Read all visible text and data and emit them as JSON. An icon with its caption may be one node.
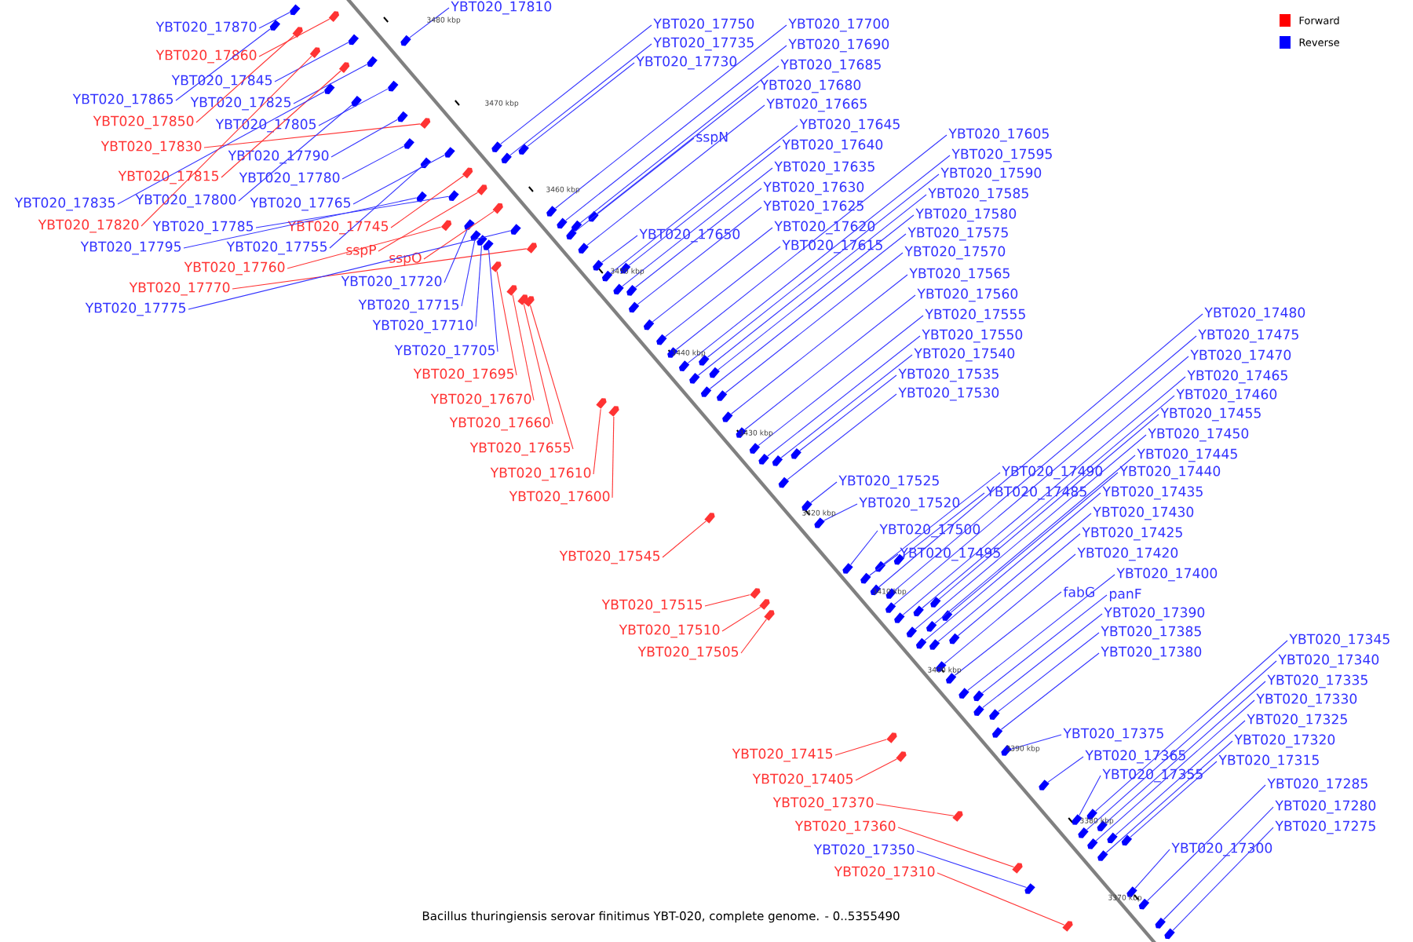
{
  "diagram": {
    "caption": "Bacillus thuringiensis serovar finitimus YBT-020, complete genome. - 0..5355490",
    "nodes": [
      {
        "text": [
          "YBT020_17870"
        ]
      },
      {
        "text": [
          "YBT020_17860"
        ]
      },
      {
        "text": [
          "YBT020_17845"
        ]
      },
      {
        "text": [
          "YBT020_17865"
        ]
      },
      {
        "text": [
          "YBT020_17825"
        ]
      },
      {
        "text": [
          "YBT020_17850"
        ]
      },
      {
        "text": [
          "YBT020_17805"
        ]
      },
      {
        "text": [
          "YBT020_17830"
        ]
      },
      {
        "text": [
          "YBT020_17790"
        ]
      },
      {
        "text": [
          "YBT020_17815"
        ]
      },
      {
        "text": [
          "YBT020_17780"
        ]
      },
      {
        "text": [
          "YBT020_17835"
        ]
      },
      {
        "text": [
          "YBT020_17800"
        ]
      },
      {
        "text": [
          "YBT020_17765"
        ]
      },
      {
        "text": [
          "YBT020_17820"
        ]
      },
      {
        "text": [
          "YBT020_17785"
        ]
      },
      {
        "text": [
          "YBT020_17745"
        ]
      },
      {
        "text": [
          "YBT020_17795"
        ]
      },
      {
        "text": [
          "YBT020_17755"
        ]
      },
      {
        "text": [
          "sspP"
        ]
      },
      {
        "text": [
          "YBT020_17760"
        ]
      },
      {
        "text": [
          "sspO"
        ]
      },
      {
        "text": [
          "YBT020_17770"
        ]
      },
      {
        "text": [
          "YBT020_17775"
        ]
      },
      {
        "text": [
          "YBT020_17720"
        ]
      },
      {
        "text": [
          "YBT020_17715"
        ]
      },
      {
        "text": [
          "YBT020_17710"
        ]
      },
      {
        "text": [
          "YBT020_17705"
        ]
      },
      {
        "text": [
          "YBT020_17695"
        ]
      },
      {
        "text": [
          "YBT020_17670"
        ]
      },
      {
        "text": [
          "YBT020_17660"
        ]
      },
      {
        "text": [
          "YBT020_17655"
        ]
      },
      {
        "text": [
          "YBT020_17610"
        ]
      },
      {
        "text": [
          "YBT020_17600"
        ]
      },
      {
        "text": [
          "YBT020_17545"
        ]
      },
      {
        "text": [
          "YBT020_17515"
        ]
      },
      {
        "text": [
          "YBT020_17510"
        ]
      },
      {
        "text": [
          "YBT020_17505"
        ]
      },
      {
        "text": [
          "YBT020_17415"
        ]
      },
      {
        "text": [
          "YBT020_17405"
        ]
      },
      {
        "text": [
          "YBT020_17370"
        ]
      },
      {
        "text": [
          "YBT020_17360"
        ]
      },
      {
        "text": [
          "YBT020_17350"
        ]
      },
      {
        "text": [
          "YBT020_17310"
        ]
      },
      {
        "text": [
          "YBT020_17810"
        ]
      },
      {
        "text": [
          "YBT020_17750"
        ]
      },
      {
        "text": [
          "YBT020_17735"
        ]
      },
      {
        "text": [
          "YBT020_17730"
        ]
      },
      {
        "text": [
          "YBT020_17700"
        ]
      },
      {
        "text": [
          "YBT020_17690"
        ]
      },
      {
        "text": [
          "YBT020_17685"
        ]
      },
      {
        "text": [
          "YBT020_17680"
        ]
      },
      {
        "text": [
          "YBT020_17665"
        ]
      },
      {
        "text": [
          "sspN"
        ]
      },
      {
        "text": [
          "YBT020_17645"
        ]
      },
      {
        "text": [
          "YBT020_17640"
        ]
      },
      {
        "text": [
          "YBT020_17635"
        ]
      },
      {
        "text": [
          "YBT020_17630"
        ]
      },
      {
        "text": [
          "YBT020_17625"
        ]
      },
      {
        "text": [
          "YBT020_17620"
        ]
      },
      {
        "text": [
          "YBT020_17615"
        ]
      },
      {
        "text": [
          "YBT020_17650"
        ]
      },
      {
        "text": [
          "YBT020_17605"
        ]
      },
      {
        "text": [
          "YBT020_17595"
        ]
      },
      {
        "text": [
          "YBT020_17590"
        ]
      },
      {
        "text": [
          "YBT020_17585"
        ]
      },
      {
        "text": [
          "YBT020_17580"
        ]
      },
      {
        "text": [
          "YBT020_17575"
        ]
      },
      {
        "text": [
          "YBT020_17570"
        ]
      },
      {
        "text": [
          "YBT020_17565"
        ]
      },
      {
        "text": [
          "YBT020_17560"
        ]
      },
      {
        "text": [
          "YBT020_17555"
        ]
      },
      {
        "text": [
          "YBT020_17550"
        ]
      },
      {
        "text": [
          "YBT020_17540"
        ]
      },
      {
        "text": [
          "YBT020_17535"
        ]
      },
      {
        "text": [
          "YBT020_17530"
        ]
      },
      {
        "text": [
          "YBT020_17525"
        ]
      },
      {
        "text": [
          "YBT020_17520"
        ]
      },
      {
        "text": [
          "YBT020_17500"
        ]
      },
      {
        "text": [
          "YBT020_17495"
        ]
      },
      {
        "text": [
          "YBT020_17490"
        ]
      },
      {
        "text": [
          "YBT020_17485"
        ]
      },
      {
        "text": [
          "YBT020_17480"
        ]
      },
      {
        "text": [
          "YBT020_17475"
        ]
      },
      {
        "text": [
          "YBT020_17470"
        ]
      },
      {
        "text": [
          "YBT020_17465"
        ]
      },
      {
        "text": [
          "YBT020_17460"
        ]
      },
      {
        "text": [
          "YBT020_17455"
        ]
      },
      {
        "text": [
          "YBT020_17450"
        ]
      },
      {
        "text": [
          "YBT020_17445"
        ]
      },
      {
        "text": [
          "YBT020_17440"
        ]
      },
      {
        "text": [
          "YBT020_17435"
        ]
      },
      {
        "text": [
          "YBT020_17430"
        ]
      },
      {
        "text": [
          "YBT020_17425"
        ]
      },
      {
        "text": [
          "YBT020_17420"
        ]
      },
      {
        "text": [
          "YBT020_17400"
        ]
      },
      {
        "text": [
          "fabG"
        ]
      },
      {
        "text": [
          "panF"
        ]
      },
      {
        "text": [
          "YBT020_17390"
        ]
      },
      {
        "text": [
          "YBT020_17385"
        ]
      },
      {
        "text": [
          "YBT020_17380"
        ]
      },
      {
        "text": [
          "YBT020_17375"
        ]
      },
      {
        "text": [
          "YBT020_17365"
        ]
      },
      {
        "text": [
          "YBT020_17355"
        ]
      },
      {
        "text": [
          "YBT020_17345"
        ]
      },
      {
        "text": [
          "YBT020_17340"
        ]
      },
      {
        "text": [
          "YBT020_17335"
        ]
      },
      {
        "text": [
          "YBT020_17330"
        ]
      },
      {
        "text": [
          "YBT020_17325"
        ]
      },
      {
        "text": [
          "YBT020_17320"
        ]
      },
      {
        "text": [
          "YBT020_17315"
        ]
      },
      {
        "text": [
          "YBT020_17285"
        ]
      },
      {
        "text": [
          "YBT020_17280"
        ]
      },
      {
        "text": [
          "YBT020_17275"
        ]
      },
      {
        "text": [
          "YBT020_17300"
        ]
      },
      {
        "text": [],
        "shape": "arrow"
      },
      {
        "text": [],
        "shape": "arrow"
      },
      {
        "text": [],
        "shape": "arrow"
      },
      {
        "text": [],
        "shape": "arrow"
      },
      {
        "text": [],
        "shape": "arrow"
      },
      {
        "text": [],
        "shape": "arrow"
      },
      {
        "text": [],
        "shape": "arrow"
      },
      {
        "text": [],
        "shape": "arrow"
      },
      {
        "text": [],
        "shape": "arrow"
      },
      {
        "text": [],
        "shape": "arrow"
      },
      {
        "text": [],
        "shape": "arrow"
      },
      {
        "text": [],
        "shape": "arrow"
      },
      {
        "text": [],
        "shape": "arrow"
      },
      {
        "text": [],
        "shape": "arrow"
      },
      {
        "text": [],
        "shape": "arrow"
      },
      {
        "text": [],
        "shape": "arrow"
      },
      {
        "text": [],
        "shape": "arrow"
      },
      {
        "text": [],
        "shape": "arrow"
      },
      {
        "text": [],
        "shape": "arrow"
      },
      {
        "text": [],
        "shape": "arrow"
      },
      {
        "text": [],
        "shape": "arrow"
      },
      {
        "text": [],
        "shape": "arrow"
      },
      {
        "text": [],
        "shape": "arrow"
      },
      {
        "text": [],
        "shape": "arrow"
      },
      {
        "text": [],
        "shape": "arrow"
      },
      {
        "text": [],
        "shape": "arrow"
      },
      {
        "text": [],
        "shape": "arrow"
      },
      {
        "text": [],
        "shape": "arrow"
      },
      {
        "text": [],
        "shape": "arrow"
      },
      {
        "text": [],
        "shape": "arrow"
      },
      {
        "text": [],
        "shape": "arrow"
      },
      {
        "text": [],
        "shape": "arrow"
      },
      {
        "text": [],
        "shape": "arrow"
      },
      {
        "text": [],
        "shape": "arrow"
      },
      {
        "text": [],
        "shape": "arrow"
      },
      {
        "text": [],
        "shape": "arrow"
      },
      {
        "text": [],
        "shape": "arrow"
      },
      {
        "text": [],
        "shape": "arrow"
      },
      {
        "text": [],
        "shape": "arrow"
      },
      {
        "text": [],
        "shape": "arrow"
      },
      {
        "text": [],
        "shape": "arrow"
      },
      {
        "text": [],
        "shape": "arrow"
      },
      {
        "text": [],
        "shape": "arrow"
      },
      {
        "text": [],
        "shape": "arrow"
      },
      {
        "text": [],
        "shape": "arrow"
      },
      {
        "text": [],
        "shape": "arrow"
      },
      {
        "text": [],
        "shape": "arrow"
      },
      {
        "text": [],
        "shape": "arrow"
      },
      {
        "text": [],
        "shape": "arrow"
      },
      {
        "text": [],
        "shape": "arrow"
      },
      {
        "text": [],
        "shape": "arrow"
      },
      {
        "text": [],
        "shape": "arrow"
      },
      {
        "text": [],
        "shape": "arrow"
      },
      {
        "text": [],
        "shape": "arrow"
      },
      {
        "text": [],
        "shape": "arrow"
      },
      {
        "text": [],
        "shape": "arrow"
      },
      {
        "text": [],
        "shape": "arrow"
      },
      {
        "text": [],
        "shape": "arrow"
      },
      {
        "text": [],
        "shape": "arrow"
      },
      {
        "text": [],
        "shape": "arrow"
      },
      {
        "text": [],
        "shape": "arrow"
      },
      {
        "text": [],
        "shape": "arrow"
      },
      {
        "text": [],
        "shape": "arrow"
      },
      {
        "text": [],
        "shape": "arrow"
      },
      {
        "text": [],
        "shape": "arrow"
      },
      {
        "text": [],
        "shape": "arrow"
      },
      {
        "text": [],
        "shape": "arrow"
      },
      {
        "text": [],
        "shape": "arrow"
      },
      {
        "text": [],
        "shape": "arrow"
      },
      {
        "text": [],
        "shape": "arrow"
      },
      {
        "text": [],
        "shape": "arrow"
      },
      {
        "text": [],
        "shape": "arrow"
      },
      {
        "text": [],
        "shape": "arrow"
      },
      {
        "text": [],
        "shape": "arrow"
      },
      {
        "text": [],
        "shape": "arrow"
      },
      {
        "text": [],
        "shape": "arrow"
      },
      {
        "text": [],
        "shape": "arrow"
      },
      {
        "text": [],
        "shape": "arrow"
      },
      {
        "text": [],
        "shape": "arrow"
      },
      {
        "text": [],
        "shape": "arrow"
      },
      {
        "text": [],
        "shape": "arrow"
      },
      {
        "text": [],
        "shape": "arrow"
      },
      {
        "text": [],
        "shape": "arrow"
      },
      {
        "text": [],
        "shape": "arrow"
      },
      {
        "text": [],
        "shape": "arrow"
      },
      {
        "text": [],
        "shape": "arrow"
      },
      {
        "text": [],
        "shape": "arrow"
      },
      {
        "text": [],
        "shape": "arrow"
      },
      {
        "text": [],
        "shape": "arrow"
      },
      {
        "text": [],
        "shape": "arrow"
      },
      {
        "text": [],
        "shape": "arrow"
      },
      {
        "text": [],
        "shape": "arrow"
      },
      {
        "text": [],
        "shape": "arrow"
      },
      {
        "text": [],
        "shape": "arrow"
      },
      {
        "text": [],
        "shape": "arrow"
      },
      {
        "text": [],
        "shape": "arrow"
      },
      {
        "text": [],
        "shape": "arrow"
      },
      {
        "text": [],
        "shape": "arrow"
      },
      {
        "text": [],
        "shape": "arrow"
      },
      {
        "text": [],
        "shape": "arrow"
      },
      {
        "text": [],
        "shape": "arrow"
      },
      {
        "text": [],
        "shape": "arrow"
      },
      {
        "text": [],
        "shape": "arrow"
      },
      {
        "text": [],
        "shape": "arrow"
      },
      {
        "text": [],
        "shape": "arrow"
      },
      {
        "text": [],
        "shape": "arrow"
      },
      {
        "text": [],
        "shape": "arrow"
      },
      {
        "text": [],
        "shape": "arrow"
      },
      {
        "text": [],
        "shape": "arrow"
      },
      {
        "text": [],
        "shape": "arrow"
      },
      {
        "text": [],
        "shape": "arrow"
      },
      {
        "text": [],
        "shape": "arrow"
      },
      {
        "text": [],
        "shape": "arrow"
      },
      {
        "text": [],
        "shape": "arrow"
      },
      {
        "text": [],
        "shape": "arrow"
      }
    ],
    "edges": [
      {
        "from": 0,
        "to": 115,
        "arrow": "none"
      },
      {
        "from": 1,
        "to": 116,
        "arrow": "none",
        "color": "#ff3333"
      },
      {
        "from": 2,
        "to": 117,
        "arrow": "none"
      },
      {
        "from": 3,
        "to": 118,
        "arrow": "none"
      },
      {
        "from": 4,
        "to": 119,
        "arrow": "none"
      },
      {
        "from": 5,
        "to": 120,
        "arrow": "none",
        "color": "#ff3333"
      },
      {
        "from": 6,
        "to": 121,
        "arrow": "none"
      },
      {
        "from": 7,
        "to": 122,
        "arrow": "none",
        "color": "#ff3333"
      },
      {
        "from": 8,
        "to": 123,
        "arrow": "none"
      },
      {
        "from": 9,
        "to": 124,
        "arrow": "none",
        "color": "#ff3333"
      },
      {
        "from": 10,
        "to": 125,
        "arrow": "none"
      },
      {
        "from": 11,
        "to": 126,
        "arrow": "none"
      },
      {
        "from": 12,
        "to": 127,
        "arrow": "none"
      },
      {
        "from": 13,
        "to": 128,
        "arrow": "none"
      },
      {
        "from": 14,
        "to": 129,
        "arrow": "none",
        "color": "#ff3333"
      },
      {
        "from": 15,
        "to": 130,
        "arrow": "none"
      },
      {
        "from": 16,
        "to": 131,
        "arrow": "none",
        "color": "#ff3333"
      },
      {
        "from": 17,
        "to": 132,
        "arrow": "none"
      },
      {
        "from": 18,
        "to": 133,
        "arrow": "none"
      },
      {
        "from": 19,
        "to": 134,
        "arrow": "none",
        "color": "#ff3333"
      },
      {
        "from": 20,
        "to": 135,
        "arrow": "none",
        "color": "#ff3333"
      },
      {
        "from": 21,
        "to": 136,
        "arrow": "none",
        "color": "#ff3333"
      },
      {
        "from": 22,
        "to": 137,
        "arrow": "none",
        "color": "#ff3333"
      },
      {
        "from": 23,
        "to": 138,
        "arrow": "none"
      },
      {
        "from": 24,
        "to": 139,
        "arrow": "none"
      },
      {
        "from": 25,
        "to": 140,
        "arrow": "none"
      },
      {
        "from": 26,
        "to": 141,
        "arrow": "none"
      },
      {
        "from": 27,
        "to": 142,
        "arrow": "none"
      },
      {
        "from": 28,
        "to": 143,
        "arrow": "none",
        "color": "#ff3333"
      },
      {
        "from": 29,
        "to": 144,
        "arrow": "none",
        "color": "#ff3333"
      },
      {
        "from": 30,
        "to": 145,
        "arrow": "none",
        "color": "#ff3333"
      },
      {
        "from": 31,
        "to": 146,
        "arrow": "none",
        "color": "#ff3333"
      },
      {
        "from": 32,
        "to": 147,
        "arrow": "none",
        "color": "#ff3333"
      },
      {
        "from": 33,
        "to": 148,
        "arrow": "none",
        "color": "#ff3333"
      },
      {
        "from": 34,
        "to": 149,
        "arrow": "none",
        "color": "#ff3333"
      },
      {
        "from": 35,
        "to": 150,
        "arrow": "none",
        "color": "#ff3333"
      },
      {
        "from": 36,
        "to": 151,
        "arrow": "none",
        "color": "#ff3333"
      },
      {
        "from": 37,
        "to": 152,
        "arrow": "none",
        "color": "#ff3333"
      },
      {
        "from": 38,
        "to": 153,
        "arrow": "none",
        "color": "#ff3333"
      },
      {
        "from": 39,
        "to": 154,
        "arrow": "none",
        "color": "#ff3333"
      },
      {
        "from": 40,
        "to": 155,
        "arrow": "none",
        "color": "#ff3333"
      },
      {
        "from": 41,
        "to": 156,
        "arrow": "none",
        "color": "#ff3333"
      },
      {
        "from": 42,
        "to": 157,
        "arrow": "none"
      },
      {
        "from": 43,
        "to": 158,
        "arrow": "none",
        "color": "#ff3333"
      },
      {
        "from": 44,
        "to": 159,
        "arrow": "none"
      },
      {
        "from": 45,
        "to": 160,
        "arrow": "none"
      },
      {
        "from": 46,
        "to": 161,
        "arrow": "none"
      },
      {
        "from": 47,
        "to": 162,
        "arrow": "none"
      },
      {
        "from": 48,
        "to": 163,
        "arrow": "none"
      },
      {
        "from": 49,
        "to": 164,
        "arrow": "none"
      },
      {
        "from": 50,
        "to": 165,
        "arrow": "none"
      },
      {
        "from": 51,
        "to": 166,
        "arrow": "none"
      },
      {
        "from": 52,
        "to": 167,
        "arrow": "none"
      },
      {
        "from": 53,
        "to": 168,
        "arrow": "none"
      },
      {
        "from": 54,
        "to": 169,
        "arrow": "none"
      },
      {
        "from": 55,
        "to": 170,
        "arrow": "none"
      },
      {
        "from": 56,
        "to": 171,
        "arrow": "none"
      },
      {
        "from": 57,
        "to": 172,
        "arrow": "none"
      },
      {
        "from": 58,
        "to": 173,
        "arrow": "none"
      },
      {
        "from": 59,
        "to": 174,
        "arrow": "none"
      },
      {
        "from": 60,
        "to": 175,
        "arrow": "none"
      },
      {
        "from": 61,
        "to": 176,
        "arrow": "none"
      },
      {
        "from": 62,
        "to": 177,
        "arrow": "none"
      },
      {
        "from": 63,
        "to": 178,
        "arrow": "none"
      },
      {
        "from": 64,
        "to": 179,
        "arrow": "none"
      },
      {
        "from": 65,
        "to": 180,
        "arrow": "none"
      },
      {
        "from": 66,
        "to": 181,
        "arrow": "none"
      },
      {
        "from": 67,
        "to": 182,
        "arrow": "none"
      },
      {
        "from": 68,
        "to": 183,
        "arrow": "none"
      },
      {
        "from": 69,
        "to": 184,
        "arrow": "none"
      },
      {
        "from": 70,
        "to": 185,
        "arrow": "none"
      },
      {
        "from": 71,
        "to": 186,
        "arrow": "none"
      },
      {
        "from": 72,
        "to": 187,
        "arrow": "none"
      },
      {
        "from": 73,
        "to": 188,
        "arrow": "none"
      },
      {
        "from": 74,
        "to": 189,
        "arrow": "none"
      },
      {
        "from": 75,
        "to": 190,
        "arrow": "none"
      },
      {
        "from": 76,
        "to": 191,
        "arrow": "none"
      },
      {
        "from": 77,
        "to": 192,
        "arrow": "none"
      },
      {
        "from": 78,
        "to": 193,
        "arrow": "none"
      },
      {
        "from": 79,
        "to": 194,
        "arrow": "none"
      },
      {
        "from": 80,
        "to": 195,
        "arrow": "none"
      },
      {
        "from": 81,
        "to": 196,
        "arrow": "none"
      },
      {
        "from": 82,
        "to": 197,
        "arrow": "none"
      },
      {
        "from": 83,
        "to": 198,
        "arrow": "none"
      },
      {
        "from": 84,
        "to": 199,
        "arrow": "none"
      },
      {
        "from": 85,
        "to": 200,
        "arrow": "none"
      },
      {
        "from": 86,
        "to": 201,
        "arrow": "none"
      },
      {
        "from": 87,
        "to": 202,
        "arrow": "none"
      },
      {
        "from": 88,
        "to": 203,
        "arrow": "none"
      },
      {
        "from": 89,
        "to": 204,
        "arrow": "none"
      },
      {
        "from": 90,
        "to": 205,
        "arrow": "none"
      },
      {
        "from": 91,
        "to": 206,
        "arrow": "none"
      },
      {
        "from": 92,
        "to": 207,
        "arrow": "none"
      },
      {
        "from": 93,
        "to": 208,
        "arrow": "none"
      },
      {
        "from": 94,
        "to": 209,
        "arrow": "none"
      },
      {
        "from": 95,
        "to": 210,
        "arrow": "none"
      },
      {
        "from": 96,
        "to": 211,
        "arrow": "none"
      },
      {
        "from": 97,
        "to": 212,
        "arrow": "none"
      },
      {
        "from": 98,
        "to": 213,
        "arrow": "none"
      },
      {
        "from": 99,
        "to": 214,
        "arrow": "none"
      },
      {
        "from": 100,
        "to": 215,
        "arrow": "none"
      },
      {
        "from": 101,
        "to": 216,
        "arrow": "none"
      },
      {
        "from": 102,
        "to": 217,
        "arrow": "none"
      },
      {
        "from": 103,
        "to": 218,
        "arrow": "none"
      },
      {
        "from": 104,
        "to": 219,
        "arrow": "none"
      },
      {
        "from": 105,
        "to": 220,
        "arrow": "none"
      },
      {
        "from": 106,
        "to": 221,
        "arrow": "none"
      },
      {
        "from": 107,
        "to": 222,
        "arrow": "none"
      },
      {
        "from": 108,
        "to": 223,
        "arrow": "none"
      },
      {
        "from": 109,
        "to": 224,
        "arrow": "none"
      },
      {
        "from": 110,
        "to": 225,
        "arrow": "none"
      },
      {
        "from": 111,
        "to": 226,
        "arrow": "none"
      },
      {
        "from": 112,
        "to": 227,
        "arrow": "none"
      },
      {
        "from": 113,
        "to": 228,
        "arrow": "none"
      },
      {
        "from": 114,
        "to": 229,
        "arrow": "none"
      }
    ],
    "labels": [
      "3480 kbp",
      "3470 kbp",
      "3460 kbp",
      "3450 kbp",
      "3440 kbp",
      "3430 kbp",
      "3420 kbp",
      "3410 kbp",
      "3400 kbp",
      "3390 kbp",
      "3380 kbp",
      "3370 kbp"
    ],
    "legend": [
      {
        "text": "Forward",
        "color": "#ff0000"
      },
      {
        "text": "Reverse",
        "color": "#0000ff"
      }
    ]
  }
}
